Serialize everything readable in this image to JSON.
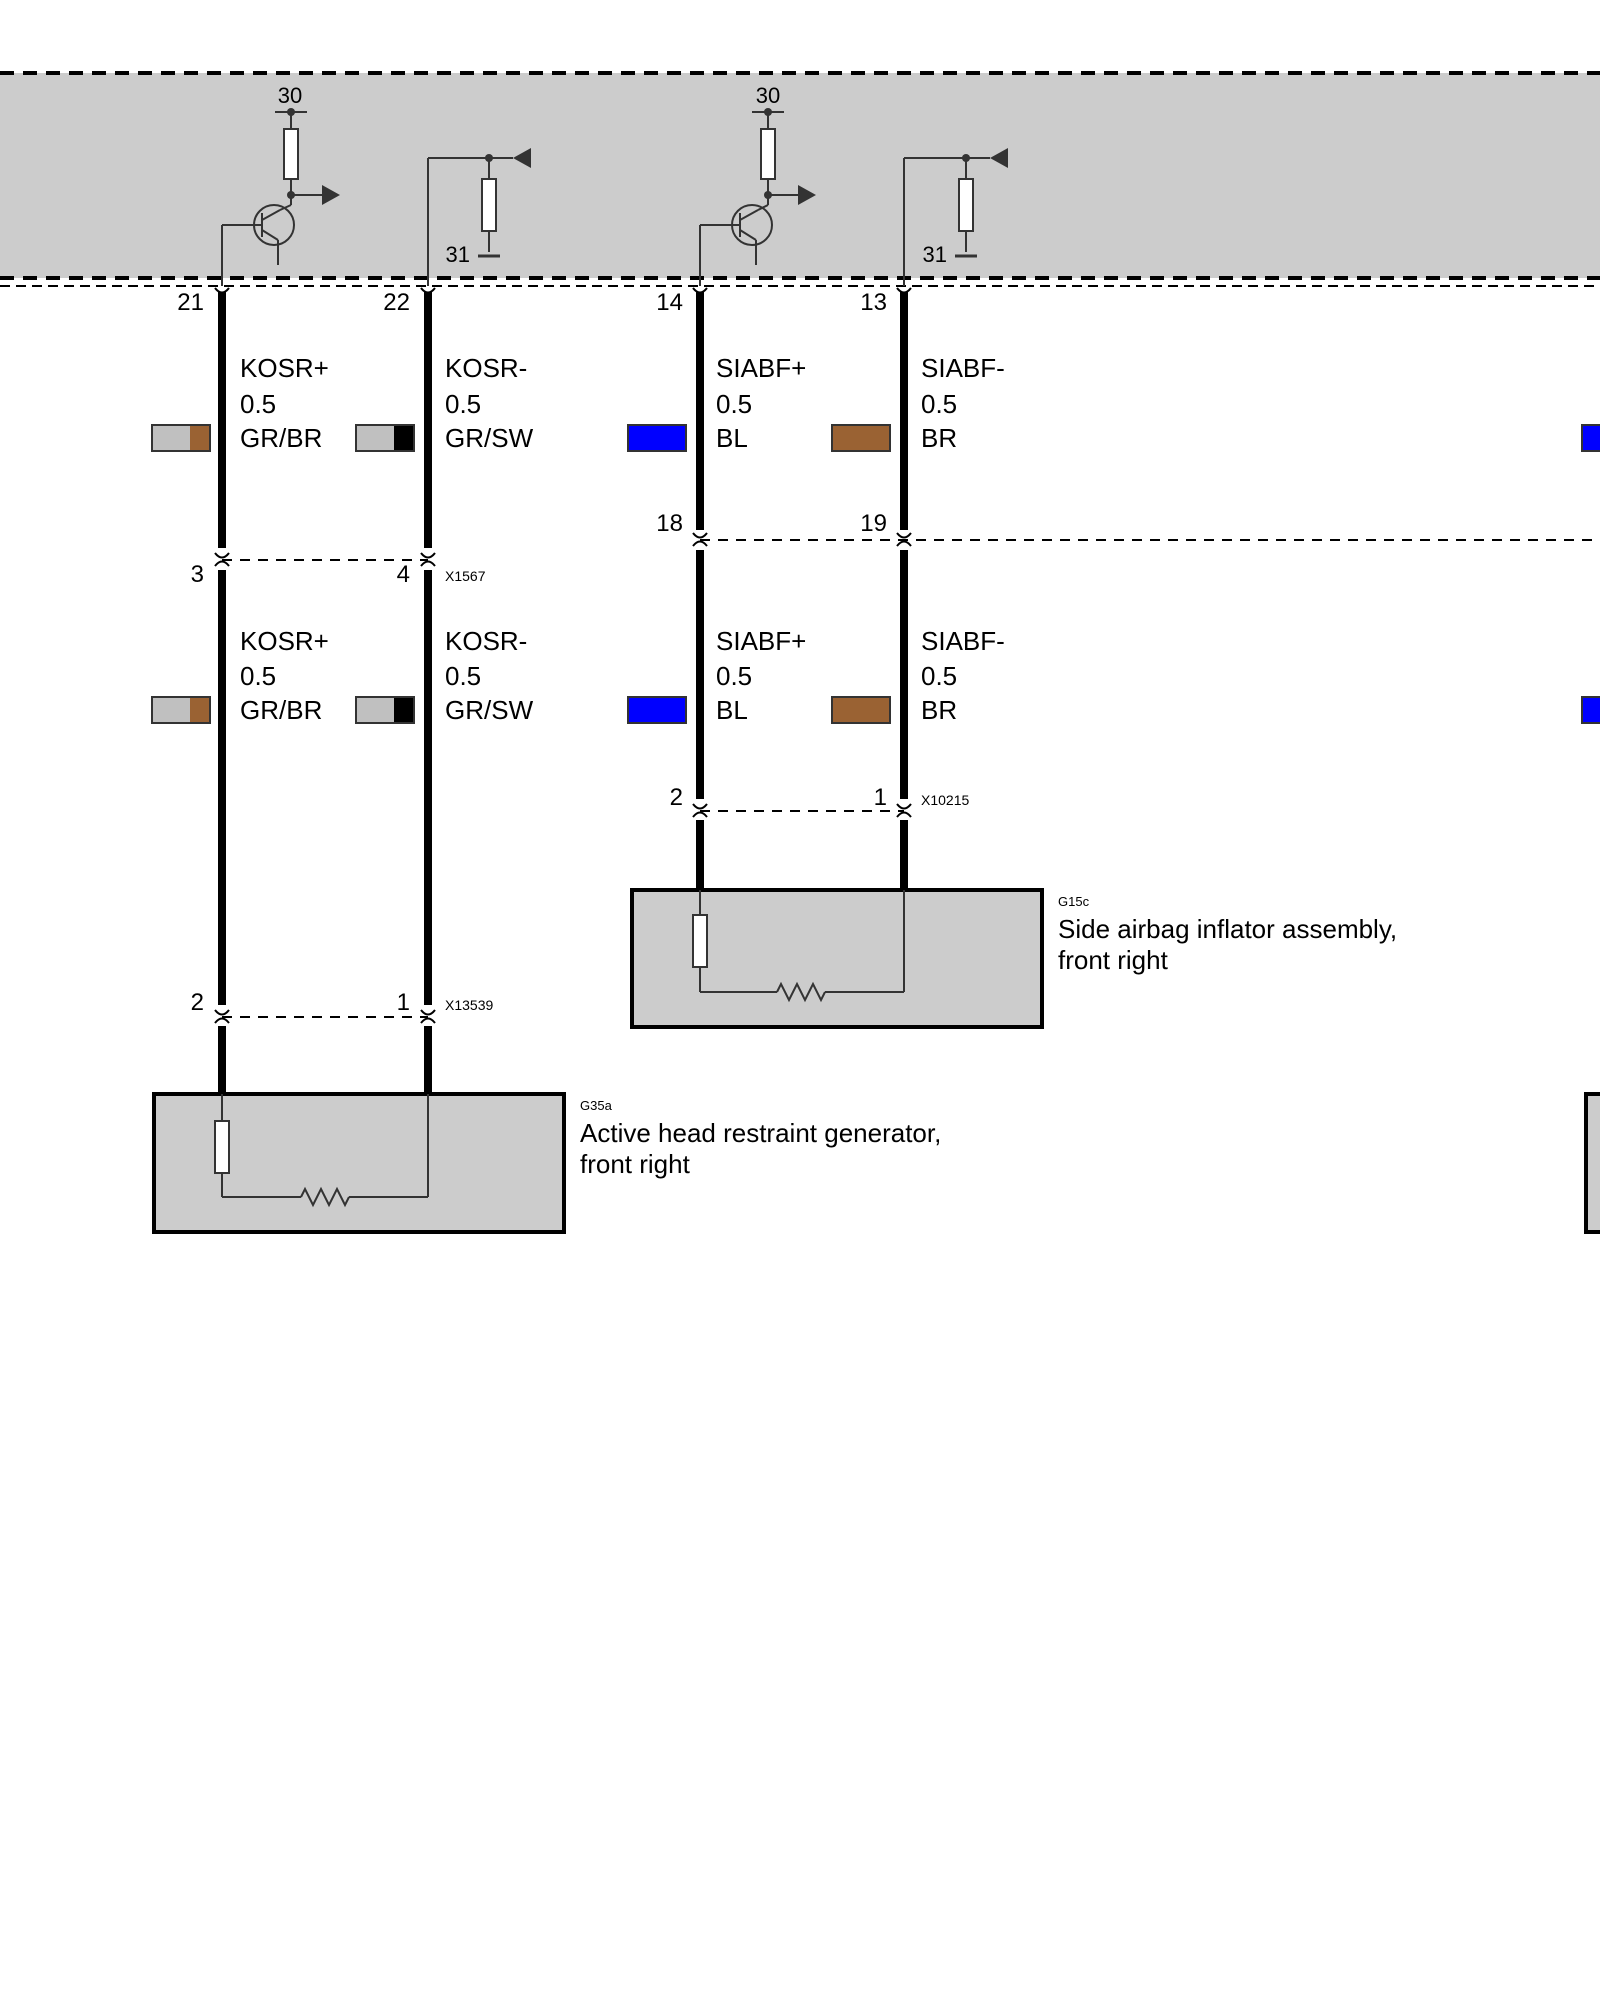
{
  "control_unit": {
    "supply_labels": [
      "30",
      "30"
    ],
    "ground_labels": [
      "31",
      "31"
    ]
  },
  "pins": {
    "ecu_21": "21",
    "ecu_22": "22",
    "ecu_14": "14",
    "ecu_13": "13",
    "x1567_3": "3",
    "x1567_4": "4",
    "conn_18": "18",
    "conn_19": "19",
    "x13539_2": "2",
    "x13539_1": "1",
    "x10215_2": "2",
    "x10215_1": "1"
  },
  "connectors": {
    "x1567": "X1567",
    "x13539": "X13539",
    "x10215": "X10215"
  },
  "wires": {
    "kosr_plus": {
      "signal": "KOSR+",
      "gauge": "0.5",
      "color_code": "GR/BR",
      "colors": [
        "#c0c0c0",
        "#9a6233"
      ]
    },
    "kosr_minus": {
      "signal": "KOSR-",
      "gauge": "0.5",
      "color_code": "GR/SW",
      "colors": [
        "#c0c0c0",
        "#000000"
      ]
    },
    "siabf_plus": {
      "signal": "SIABF+",
      "gauge": "0.5",
      "color_code": "BL",
      "colors": [
        "#0000ff"
      ]
    },
    "siabf_minus": {
      "signal": "SIABF-",
      "gauge": "0.5",
      "color_code": "BR",
      "colors": [
        "#9a6233"
      ]
    }
  },
  "components": {
    "g35a": {
      "code": "G35a",
      "name_line1": "Active head restraint generator,",
      "name_line2": "front right"
    },
    "g15c": {
      "code": "G15c",
      "name_line1": "Side airbag inflator assembly,",
      "name_line2": "front right"
    }
  }
}
